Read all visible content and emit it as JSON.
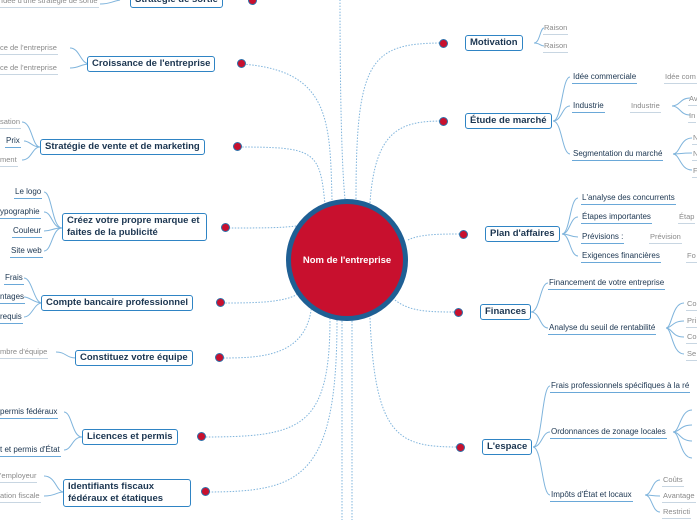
{
  "center": "Nom de l'entreprise",
  "left": {
    "exit": {
      "main": "Stratégie de sortie",
      "leaves": [
        "Idée d'une stratégie de sortie"
      ]
    },
    "growth": {
      "main": "Croissance de l'entreprise",
      "leaves": [
        "ce de l'entreprise",
        "ce de l'entreprise"
      ]
    },
    "sales": {
      "main": "Stratégie de vente et de marketing",
      "leaves": [
        "sation",
        "Prix",
        "ment"
      ]
    },
    "brand": {
      "main": "Créez votre propre marque et faites de la publicité",
      "leaves": [
        "Le logo",
        "ypographie",
        "Couleur",
        "Site web"
      ]
    },
    "bank": {
      "main": "Compte bancaire professionnel",
      "leaves": [
        "Frais",
        "ntages",
        "requis"
      ]
    },
    "team": {
      "main": "Constituez votre équipe",
      "leaves": [
        "mbre d'équipe"
      ]
    },
    "licenses": {
      "main": "Licences et permis",
      "leaves": [
        "permis fédéraux",
        "t et permis d'État"
      ]
    },
    "tax": {
      "main": "Identifiants fiscaux fédéraux et étatiques",
      "leaves": [
        "'employeur",
        "ation fiscale"
      ]
    }
  },
  "right": {
    "motivation": {
      "main": "Motivation",
      "leaves": [
        "Raison",
        "Raison"
      ]
    },
    "market": {
      "main": "Étude de marché",
      "subs": [
        "Idée commerciale",
        "Industrie",
        "Segmentation du marché"
      ],
      "leaves": [
        "Idée com",
        "Industrie",
        "Av",
        "In",
        "N",
        "N",
        "F"
      ]
    },
    "plan": {
      "main": "Plan d'affaires",
      "subs": [
        "L'analyse des concurrents",
        "Étapes importantes",
        "Prévisions :",
        "Exigences financières"
      ],
      "leaves": [
        "Étap",
        "Prévision",
        "Fo"
      ]
    },
    "finances": {
      "main": "Finances",
      "subs": [
        "Financement de votre entreprise",
        "Analyse du seuil de rentabilité"
      ],
      "leaves": [
        "Co",
        "Pri",
        "Co",
        "Se"
      ]
    },
    "space": {
      "main": "L'espace",
      "subs": [
        "Frais professionnels spécifiques à la ré",
        "Ordonnances de zonage locales",
        "Impôts d'État et locaux"
      ],
      "leaves": [
        "Coûts",
        "Avantage",
        "Restricti"
      ]
    }
  }
}
